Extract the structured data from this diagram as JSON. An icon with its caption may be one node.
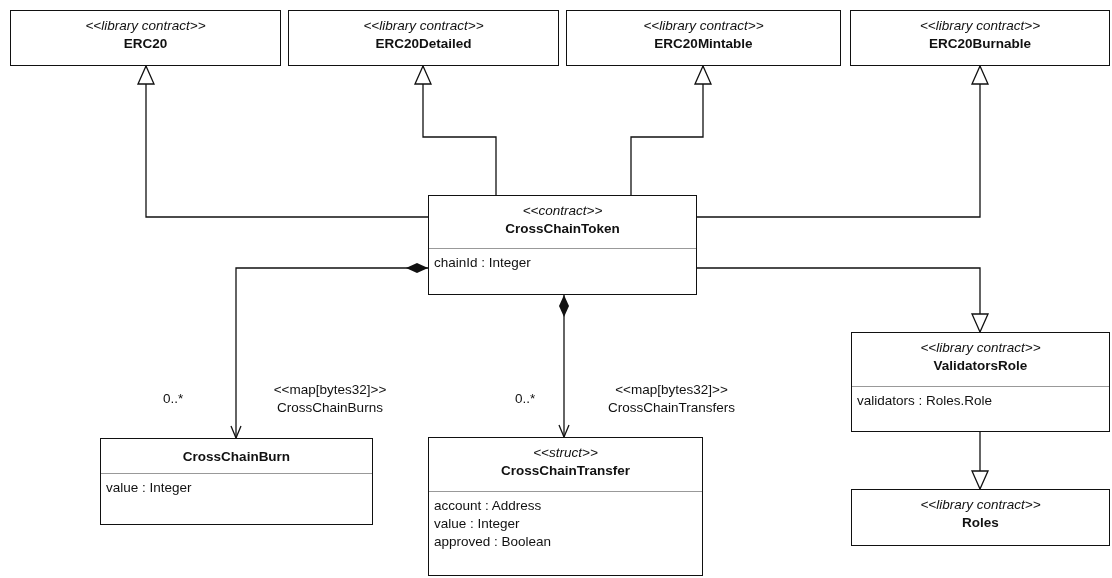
{
  "diagram": {
    "nodes": [
      {
        "text": [
          "<<library contract>>",
          "ERC20"
        ]
      },
      {
        "text": [
          "<<library contract>>",
          "ERC20Detailed"
        ]
      },
      {
        "text": [
          "<<library contract>>",
          "ERC20Mintable"
        ]
      },
      {
        "text": [
          "<<library contract>>",
          "ERC20Burnable"
        ]
      },
      {
        "text": [
          "<<contract>>",
          "CrossChainToken",
          "chainId : Integer"
        ]
      },
      {
        "text": [
          "CrossChainBurn",
          "value : Integer"
        ]
      },
      {
        "text": [
          "<<struct>>",
          "CrossChainTransfer",
          "account : Address",
          "value : Integer",
          "approved : Boolean"
        ]
      },
      {
        "text": [
          "<<library contract>>",
          "ValidatorsRole",
          "validators : Roles.Role"
        ]
      },
      {
        "text": [
          "<<library contract>>",
          "Roles"
        ]
      }
    ],
    "edges": [
      {
        "from": 4,
        "to": 0,
        "arrow": "to"
      },
      {
        "from": 4,
        "to": 1,
        "arrow": "to"
      },
      {
        "from": 4,
        "to": 2,
        "arrow": "to"
      },
      {
        "from": 4,
        "to": 3,
        "arrow": "to"
      },
      {
        "from": 4,
        "to": 5,
        "arrow": "to",
        "label": "<<map[bytes32]>> CrossChainBurns"
      },
      {
        "from": 4,
        "to": 6,
        "arrow": "to",
        "label": "<<map[bytes32]>> CrossChainTransfers"
      },
      {
        "from": 4,
        "to": 7,
        "arrow": "to"
      },
      {
        "from": 7,
        "to": 8,
        "arrow": "to"
      }
    ],
    "labels": [
      "0..*",
      "0..*"
    ]
  }
}
